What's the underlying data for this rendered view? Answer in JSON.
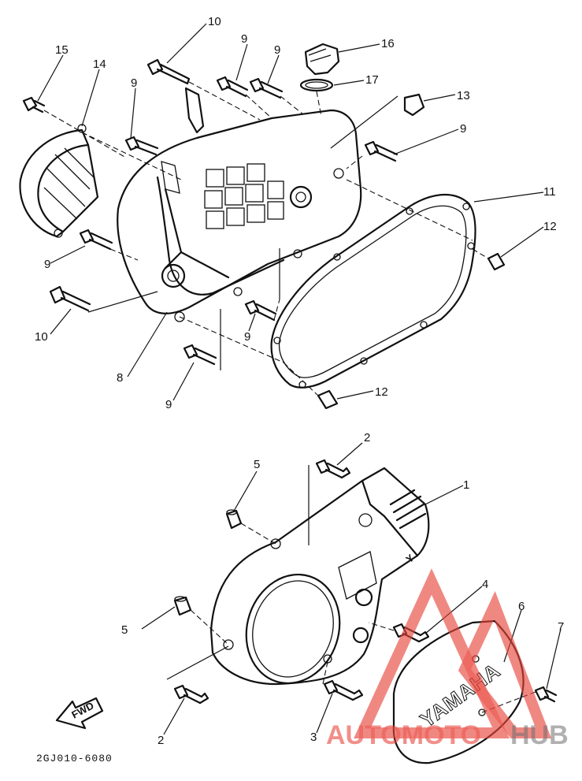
{
  "diagram": {
    "part_code": "2GJ010-6080",
    "direction_arrow_label": "FWD",
    "cover_emblem_text": "YAMAHA",
    "callouts": {
      "c1": "1",
      "c2a": "2",
      "c2b": "2",
      "c3": "3",
      "c4": "4",
      "c5a": "5",
      "c5b": "5",
      "c6": "6",
      "c7": "7",
      "c8": "8",
      "c9a": "9",
      "c9b": "9",
      "c9c": "9",
      "c9d": "9",
      "c9e": "9",
      "c9f": "9",
      "c9g": "9",
      "c10a": "10",
      "c10b": "10",
      "c11": "11",
      "c12a": "12",
      "c12b": "12",
      "c13": "13",
      "c14": "14",
      "c15": "15",
      "c16": "16",
      "c17": "17"
    }
  },
  "watermark": {
    "text_primary": "AUTOMOTO",
    "text_secondary": "HUB",
    "primary_color": "#e8453c",
    "secondary_color": "#555555"
  }
}
